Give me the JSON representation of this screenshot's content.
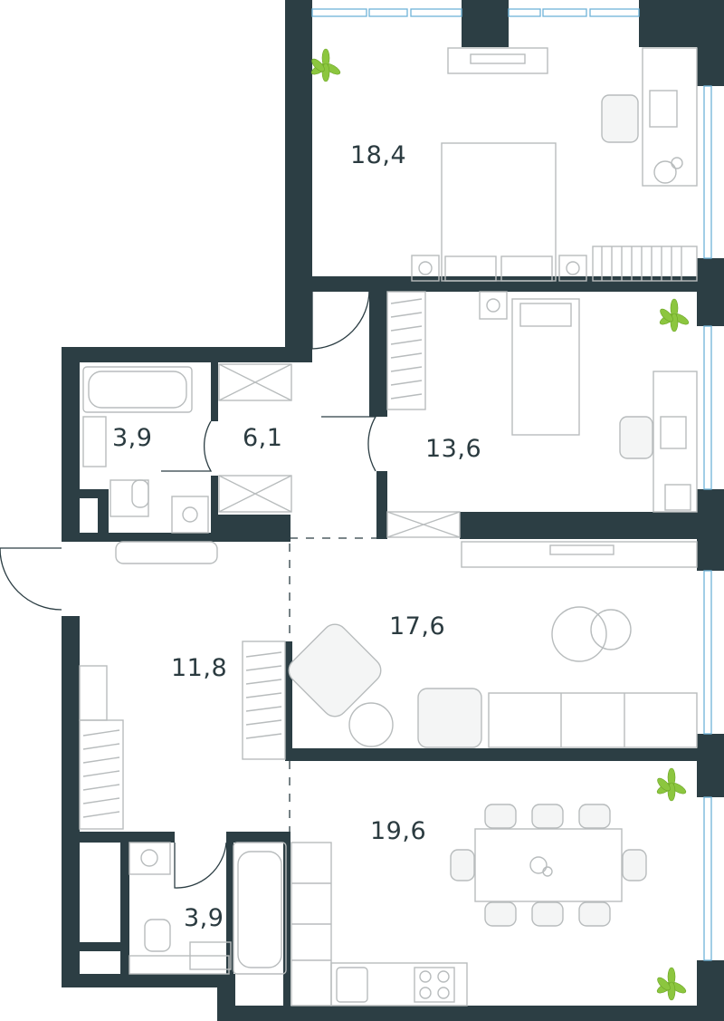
{
  "rooms": [
    {
      "id": "bedroom-main",
      "area": "18,4"
    },
    {
      "id": "bedroom-second",
      "area": "13,6"
    },
    {
      "id": "bathroom-upper",
      "area": "3,9"
    },
    {
      "id": "corridor",
      "area": "6,1"
    },
    {
      "id": "living-room",
      "area": "17,6"
    },
    {
      "id": "hallway",
      "area": "11,8"
    },
    {
      "id": "kitchen-dining",
      "area": "19,6"
    },
    {
      "id": "bathroom-lower",
      "area": "3,9"
    }
  ],
  "colors": {
    "wall": "#2c3e44",
    "furniture": "#b8bcbd",
    "window": "#6fb3d8",
    "plant": "#8cc63f",
    "label": "#2b3b40"
  }
}
